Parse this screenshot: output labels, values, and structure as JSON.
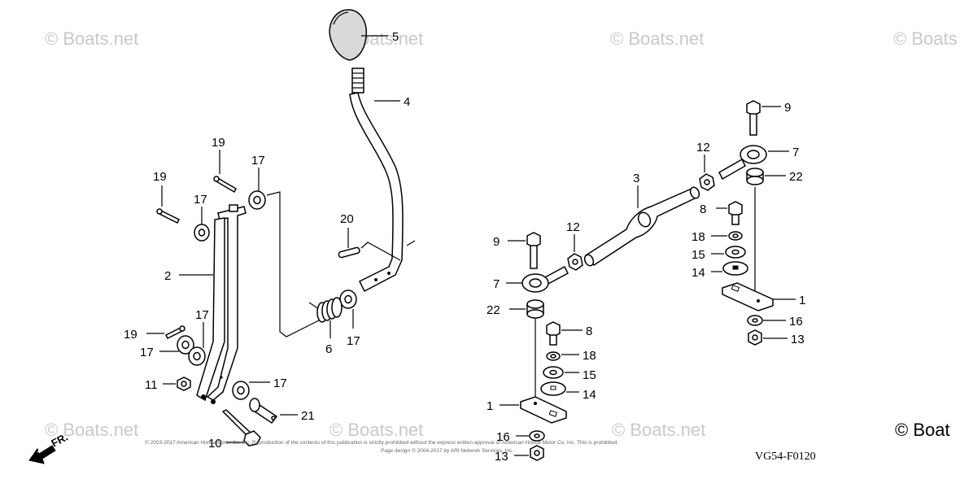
{
  "watermarks": [
    "© Boats.net",
    "© Boats.net",
    "© Boats.net",
    "© Boats",
    "© Boats.net",
    "© Boats.net",
    "© Boats.net"
  ],
  "corner_watermark": "© Boat",
  "diagram_code": "VG54-F0120",
  "direction_label": "FR.",
  "copyright_line1": "© 2003-2017 American Honda Motor Co. Inc. Reproduction of the contents of this publication is strictly prohibited without the express written approval of American Honda Motor Co. Inc. This is prohibited.",
  "copyright_line2": "Page design © 2004-2017 by ARI Network Services, Inc.",
  "callouts": {
    "knob": "5",
    "lever": "4",
    "pin_left_top": "19",
    "pin_left_mid": "19",
    "pin_left_low": "19",
    "washer_17_a": "17",
    "washer_17_b": "17",
    "washer_17_c": "17",
    "washer_17_d": "17",
    "washer_17_e": "17",
    "washer_17_f": "17",
    "bracket": "2",
    "pin_20": "20",
    "spring": "6",
    "nut_11": "11",
    "bolt_10": "10",
    "pin_21": "21",
    "rod": "3",
    "nut_12_a": "12",
    "nut_12_b": "12",
    "bolt_9_a": "9",
    "bolt_9_b": "9",
    "rod_end_7_a": "7",
    "rod_end_7_b": "7",
    "collar_22_a": "22",
    "collar_22_b": "22",
    "bolt_8_a": "8",
    "bolt_8_b": "8",
    "washer_18_a": "18",
    "washer_18_b": "18",
    "washer_15_a": "15",
    "washer_15_b": "15",
    "washer_14_a": "14",
    "washer_14_b": "14",
    "plate_1_a": "1",
    "plate_1_b": "1",
    "washer_16_a": "16",
    "washer_16_b": "16",
    "nut_13_a": "13",
    "nut_13_b": "13"
  }
}
